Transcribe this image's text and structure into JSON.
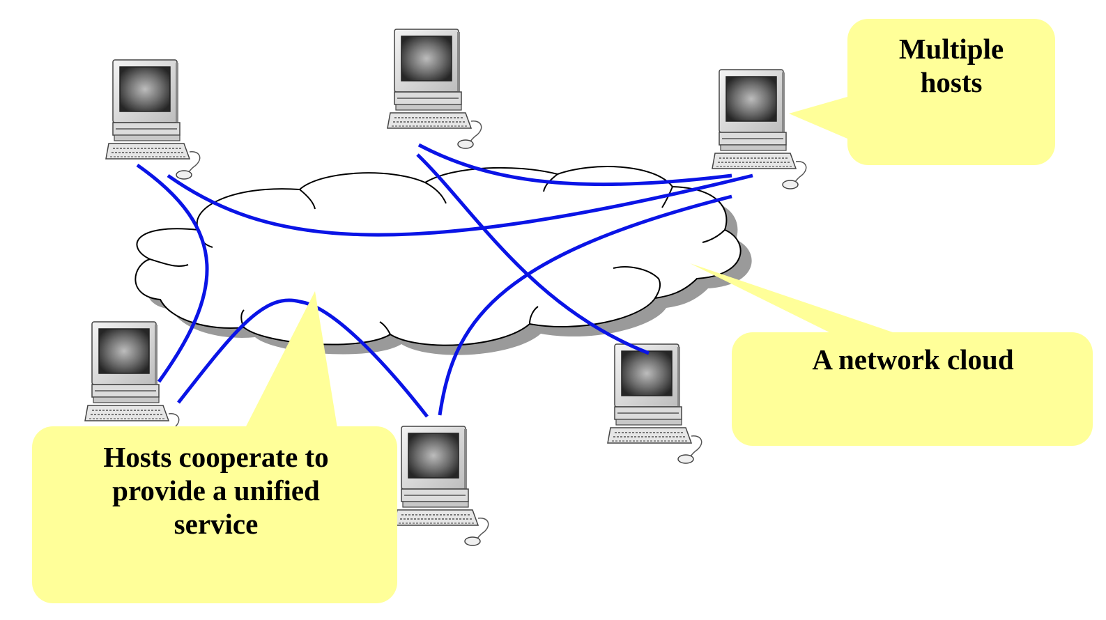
{
  "colors": {
    "link": "#0a14e6",
    "callout_fill": "#ffff99",
    "cloud_fill": "#ffffff",
    "cloud_shadow": "#9a9a9a",
    "outline": "#000000"
  },
  "icons": {
    "host": "desktop-computer-icon",
    "network": "cloud-icon"
  },
  "callouts": {
    "multiple_hosts": "Multiple\nhosts",
    "network_cloud": "A network cloud",
    "cooperate": "Hosts cooperate to\nprovide a unified\nservice"
  },
  "hosts": [
    {
      "id": "host-top-left"
    },
    {
      "id": "host-top-center"
    },
    {
      "id": "host-top-right"
    },
    {
      "id": "host-bottom-left"
    },
    {
      "id": "host-bottom-center"
    },
    {
      "id": "host-bottom-right"
    }
  ]
}
